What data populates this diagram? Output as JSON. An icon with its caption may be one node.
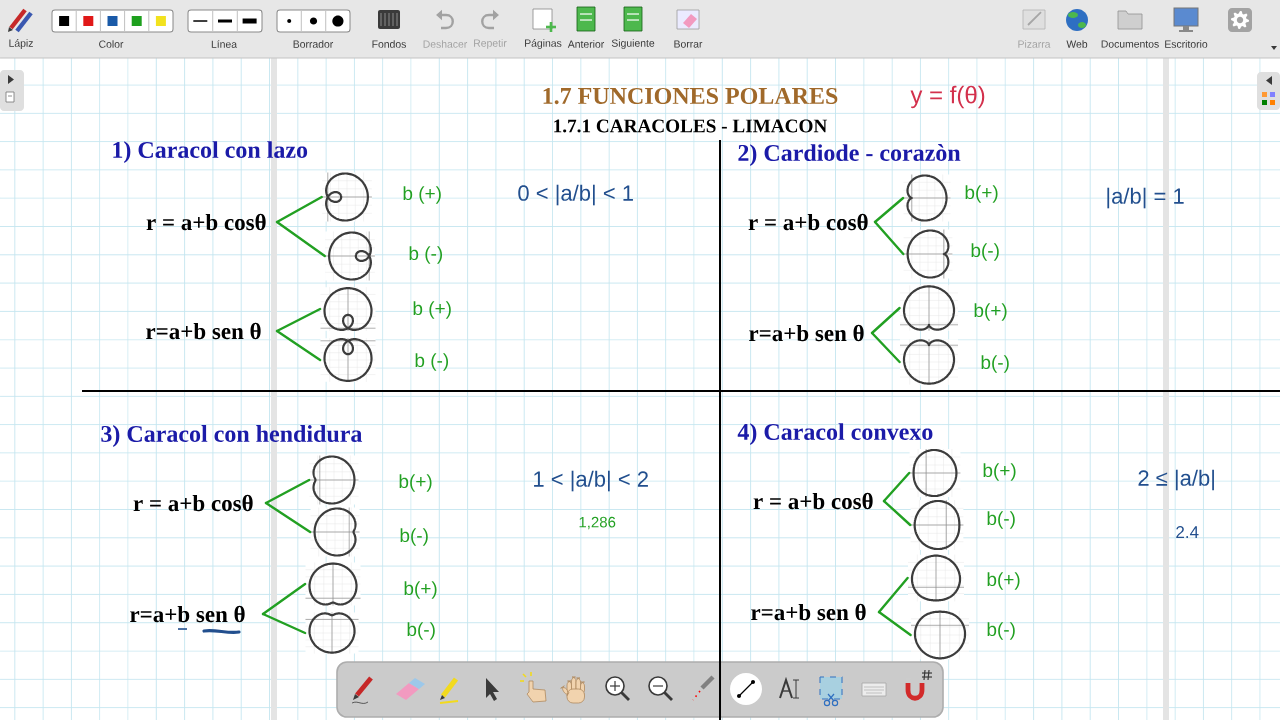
{
  "diagram": {
    "title": "1.7 FUNCIONES POLARES",
    "nodes": [
      {
        "text": [
          "r = a+b cosθ"
        ]
      },
      {
        "text": [],
        "shape": "picture",
        "beside": [
          "b (+)"
        ]
      },
      {
        "text": [],
        "shape": "picture",
        "beside": [
          "b (-)"
        ]
      },
      {
        "text": [
          "r=a+b sen θ"
        ]
      },
      {
        "text": [],
        "shape": "picture",
        "beside": [
          "b (+)"
        ]
      },
      {
        "text": [],
        "shape": "picture",
        "beside": [
          "b (-)"
        ]
      },
      {
        "text": [
          "r = a+b cosθ"
        ]
      },
      {
        "text": [],
        "shape": "picture",
        "beside": [
          "b(+)"
        ]
      },
      {
        "text": [],
        "shape": "picture",
        "beside": [
          "b(-)"
        ]
      },
      {
        "text": [
          "r=a+b sen θ"
        ]
      },
      {
        "text": [],
        "shape": "picture",
        "beside": [
          "b(+)"
        ]
      },
      {
        "text": [],
        "shape": "picture",
        "beside": [
          "b(-)"
        ]
      },
      {
        "text": [
          "r = a+b cosθ"
        ]
      },
      {
        "text": [],
        "shape": "picture",
        "beside": [
          "b(+)"
        ]
      },
      {
        "text": [],
        "shape": "picture",
        "beside": [
          "b(-)"
        ]
      },
      {
        "text": [
          "r=a+b sen θ"
        ]
      },
      {
        "text": [],
        "shape": "picture",
        "beside": [
          "b(+)"
        ]
      },
      {
        "text": [],
        "shape": "picture",
        "beside": [
          "b(-)"
        ]
      },
      {
        "text": [
          "r = a+b cosθ"
        ]
      },
      {
        "text": [],
        "shape": "picture",
        "beside": [
          "b(+)"
        ]
      },
      {
        "text": [],
        "shape": "picture",
        "beside": [
          "b(-)"
        ]
      },
      {
        "text": [
          "r=a+b sen θ"
        ]
      },
      {
        "text": [],
        "shape": "picture",
        "beside": [
          "b(+)"
        ]
      },
      {
        "text": [],
        "shape": "picture",
        "beside": [
          "b(-)"
        ]
      }
    ],
    "edges": [
      {
        "from": 0,
        "to": 1,
        "arrow": "none"
      },
      {
        "from": 0,
        "to": 2,
        "arrow": "none"
      },
      {
        "from": 3,
        "to": 4,
        "arrow": "none"
      },
      {
        "from": 3,
        "to": 5,
        "arrow": "none"
      },
      {
        "from": 6,
        "to": 7,
        "arrow": "none"
      },
      {
        "from": 6,
        "to": 8,
        "arrow": "none"
      },
      {
        "from": 9,
        "to": 10,
        "arrow": "none"
      },
      {
        "from": 9,
        "to": 11,
        "arrow": "none"
      },
      {
        "from": 12,
        "to": 13,
        "arrow": "none"
      },
      {
        "from": 12,
        "to": 14,
        "arrow": "none"
      },
      {
        "from": 15,
        "to": 16,
        "arrow": "none"
      },
      {
        "from": 15,
        "to": 17,
        "arrow": "none"
      },
      {
        "from": 18,
        "to": 19,
        "arrow": "none"
      },
      {
        "from": 18,
        "to": 20,
        "arrow": "none"
      },
      {
        "from": 21,
        "to": 22,
        "arrow": "none"
      },
      {
        "from": 21,
        "to": 23,
        "arrow": "none"
      }
    ],
    "labels": [
      "Lápiz",
      "Color",
      "Línea",
      "Borrador",
      "Fondos",
      "Deshacer",
      "Repetir",
      "Páginas",
      "Anterior",
      "Siguiente",
      "Borrar",
      "Pizarra",
      "Web",
      "Documentos",
      "Escritorio",
      "1.7.1 CARACOLES - LIMACON",
      "y = f(θ)",
      "1) Caracol con lazo",
      "0 < |a/b| < 1",
      "2) Cardiode - corazòn",
      "|a/b| = 1",
      "3) Caracol con hendidura",
      "1 < |a/b| < 2",
      "1,286",
      "4) Caracol convexo",
      "2 ≤ |a/b|",
      "2.4"
    ]
  }
}
